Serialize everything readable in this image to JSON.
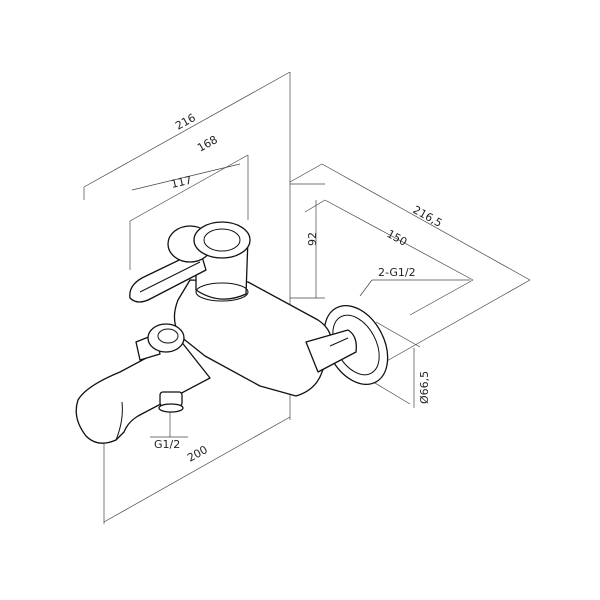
{
  "dimensions": {
    "total_width": "216",
    "lever_width": "168",
    "cartridge_width": "117",
    "height": "92",
    "depth": "216,5",
    "center_distance": "150",
    "connection_thread": "2-G1/2",
    "flange_diameter": "Ø66,5",
    "shower_outlet_thread": "G1/2",
    "spout_length": "200"
  },
  "colors": {
    "line": "#111111",
    "dimension": "#444444",
    "background": "#ffffff"
  }
}
